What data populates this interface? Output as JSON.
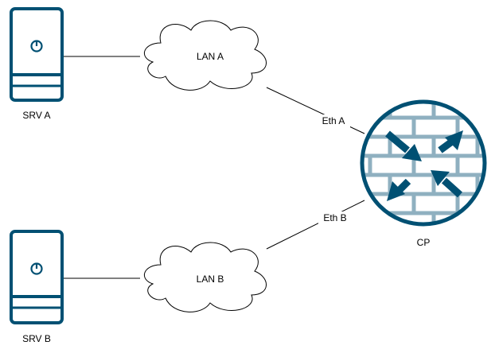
{
  "colors": {
    "device": "#005073",
    "firewall_bg": "#ffffff",
    "firewall_bricks": "#8fb0c0",
    "line": "#000000",
    "cloud_stroke": "#000000"
  },
  "nodes": {
    "srv_a": {
      "label": "SRV A",
      "icon": "server-icon"
    },
    "srv_b": {
      "label": "SRV B",
      "icon": "server-icon"
    },
    "lan_a": {
      "label": "LAN A",
      "icon": "cloud-icon"
    },
    "lan_b": {
      "label": "LAN B",
      "icon": "cloud-icon"
    },
    "cp": {
      "label": "CP",
      "icon": "firewall-router-icon"
    }
  },
  "edges": {
    "eth_a": {
      "label": "Eth A"
    },
    "eth_b": {
      "label": "Eth B"
    }
  }
}
